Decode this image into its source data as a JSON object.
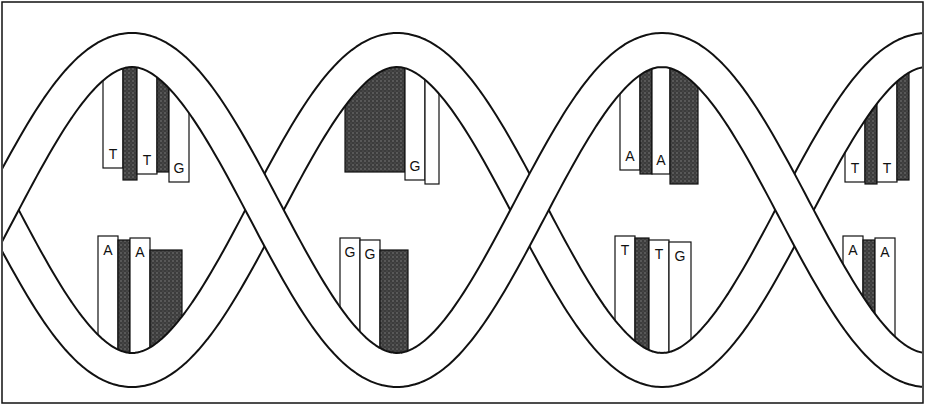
{
  "diagram": {
    "labels": [
      "T",
      "T",
      "G",
      "G",
      "A",
      "A",
      "T",
      "T",
      "A",
      "A",
      "G",
      "G",
      "T",
      "T",
      "G",
      "A",
      "A"
    ]
  }
}
